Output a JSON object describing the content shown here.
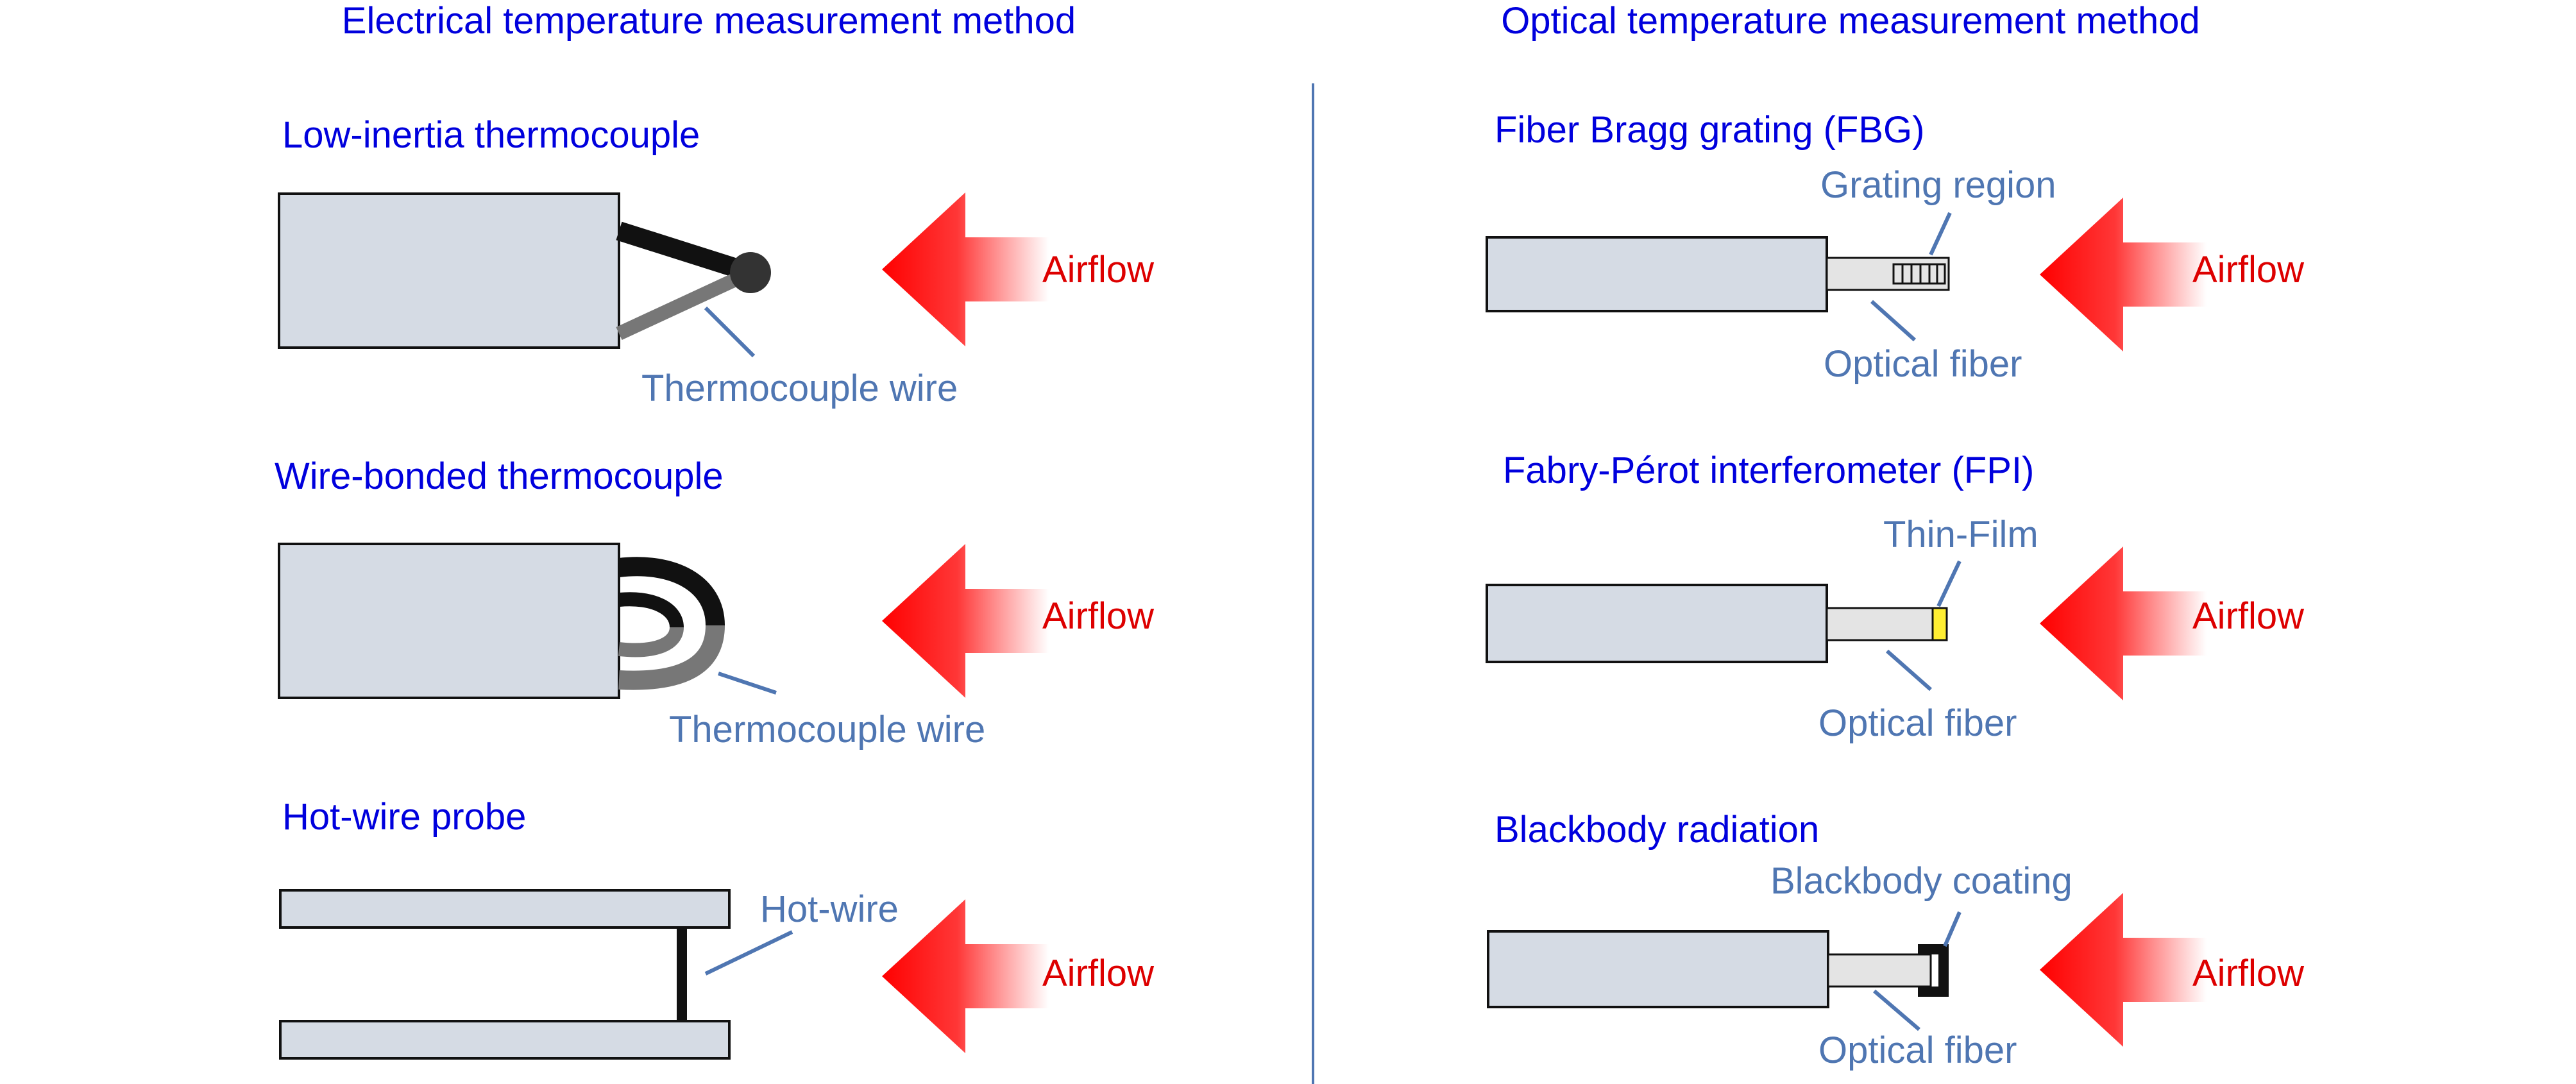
{
  "colors": {
    "heading": "#0000dd",
    "label": "#4f76b2",
    "airflow": "#dd0000",
    "body_fill": "#d5dbe4",
    "outline": "#111111",
    "wire_gray": "#777777",
    "fiber_fill": "#e4e4e4",
    "thin_film": "#ffee33",
    "divider": "#4f76b2"
  },
  "left": {
    "heading": "Electrical temperature measurement method",
    "panels": [
      {
        "title": "Low-inertia thermocouple",
        "label": "Thermocouple wire",
        "airflow": "Airflow"
      },
      {
        "title": "Wire-bonded thermocouple",
        "label": "Thermocouple wire",
        "airflow": "Airflow"
      },
      {
        "title": "Hot-wire probe",
        "label": "Hot-wire",
        "airflow": "Airflow"
      }
    ]
  },
  "right": {
    "heading": "Optical temperature measurement method",
    "panels": [
      {
        "title": "Fiber Bragg grating (FBG)",
        "top_label": "Grating region",
        "bottom_label": "Optical fiber",
        "airflow": "Airflow"
      },
      {
        "title": "Fabry-Pérot interferometer (FPI)",
        "top_label": "Thin-Film",
        "bottom_label": "Optical fiber",
        "airflow": "Airflow"
      },
      {
        "title": "Blackbody radiation",
        "top_label": "Blackbody coating",
        "bottom_label": "Optical fiber",
        "airflow": "Airflow"
      }
    ]
  },
  "icons": {
    "airflow_arrow": "airflow-arrow-icon"
  }
}
